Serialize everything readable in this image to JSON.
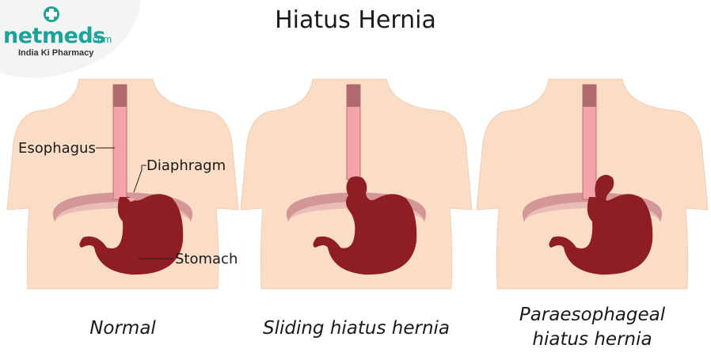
{
  "logo": {
    "brand": "netmeds",
    "suffix": ".com",
    "tagline": "India Ki Pharmacy"
  },
  "title": "Hiatus Hernia",
  "labels": {
    "esophagus": "Esophagus",
    "diaphragm": "Diaphragm",
    "stomach": "Stomach"
  },
  "captions": {
    "normal": "Normal",
    "sliding": "Sliding hiatus hernia",
    "para_line1": "Paraesophageal",
    "para_line2": "hiatus hernia"
  },
  "colors": {
    "skin": "#fbddc6",
    "skin_outline": "#efcdb6",
    "stomach": "#8f1d24",
    "esophagus": "#f4a3a8",
    "diaphragm": "#c77f88",
    "brand": "#1da39a"
  }
}
